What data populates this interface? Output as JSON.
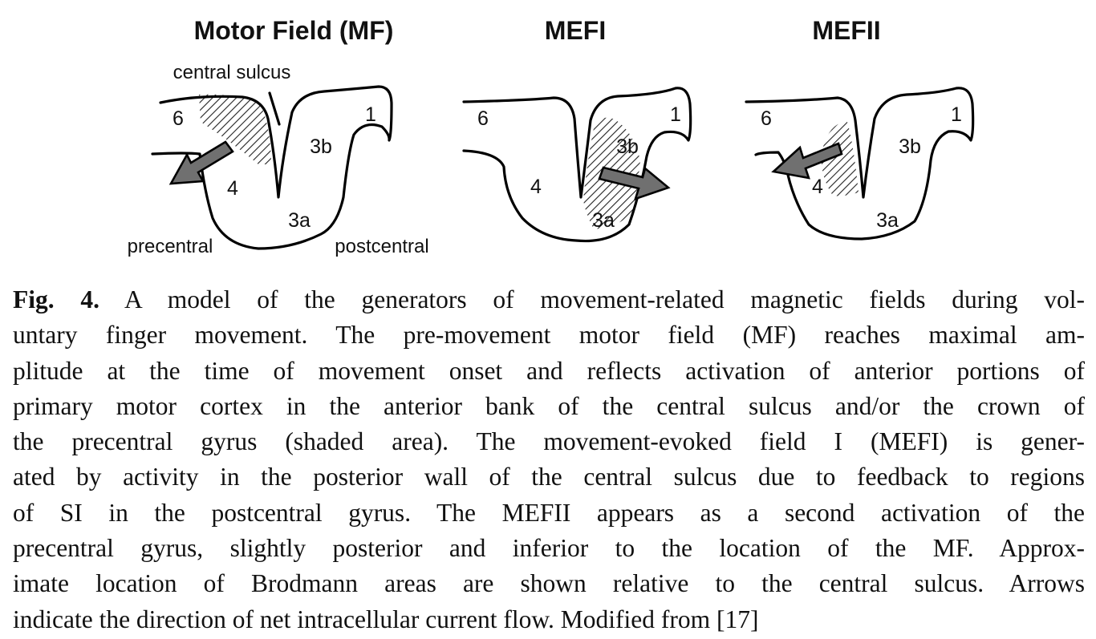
{
  "figure": {
    "panels": [
      {
        "title": "Motor Field (MF)"
      },
      {
        "title": "MEFI"
      },
      {
        "title": "MEFII"
      }
    ],
    "labels": {
      "central_sulcus": "central sulcus",
      "precentral": "precentral",
      "postcentral": "postcentral",
      "area_6": "6",
      "area_4": "4",
      "area_3a": "3a",
      "area_3b": "3b",
      "area_1": "1"
    }
  },
  "caption": {
    "label": "Fig. 4.",
    "lines": [
      " A model of the generators of movement-related magnetic fields during vol-",
      "untary finger movement. The pre-movement motor field (MF) reaches maximal am-",
      "plitude at the time of movement onset and reflects activation of anterior portions of",
      "primary motor cortex in the anterior bank of the central sulcus and/or the crown of",
      "the precentral gyrus (shaded area). The movement-evoked field I (MEFI) is gener-",
      "ated by activity in the posterior wall of the central sulcus due to feedback to regions",
      "of SI in the postcentral gyrus. The MEFII appears as a second activation of the",
      "precentral gyrus, slightly posterior and inferior to the location of the MF. Approx-",
      "imate location of Brodmann areas are shown relative to the central sulcus. Arrows",
      "indicate the direction of net intracellular current flow. Modified from [17]"
    ]
  }
}
